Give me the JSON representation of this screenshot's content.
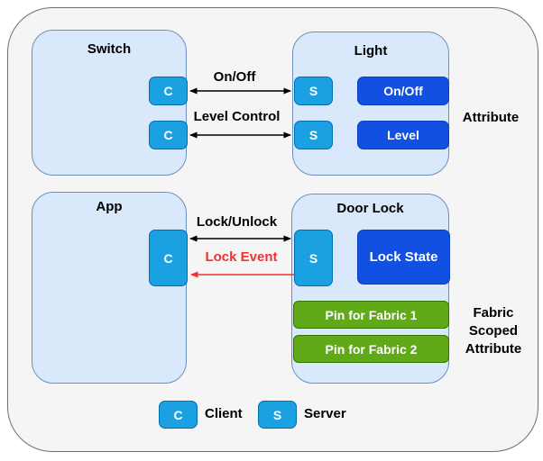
{
  "diagram": {
    "boxes": {
      "switch": {
        "title": "Switch"
      },
      "light": {
        "title": "Light"
      },
      "app": {
        "title": "App"
      },
      "door_lock": {
        "title": "Door Lock"
      }
    },
    "badges": {
      "client_letter": "C",
      "server_letter": "S"
    },
    "attributes": {
      "onoff": "On/Off",
      "level": "Level",
      "lock_state": "Lock State",
      "pin_fabric_1": "Pin for Fabric 1",
      "pin_fabric_2": "Pin for Fabric 2"
    },
    "arrow_labels": {
      "onoff": "On/Off",
      "level_control": "Level Control",
      "lock_unlock": "Lock/Unlock",
      "lock_event": "Lock Event"
    },
    "side_labels": {
      "attribute": "Attribute",
      "fabric_scoped": "Fabric Scoped Attribute"
    },
    "legend": {
      "client": "Client",
      "server": "Server"
    },
    "colors": {
      "badge_cyan": "#1ba1e2",
      "badge_cyan_border": "#006eaf",
      "attribute_blue": "#1150e0",
      "attribute_blue_border": "#0a3fc0",
      "fabric_green": "#60a917",
      "fabric_green_border": "#2d7600",
      "device_box_fill": "#dae8fc",
      "device_box_border": "#6c8ebf",
      "outer_fill": "#f5f5f5",
      "outer_border": "#707070",
      "event_red": "#f23030",
      "arrow_black": "#000000"
    }
  }
}
